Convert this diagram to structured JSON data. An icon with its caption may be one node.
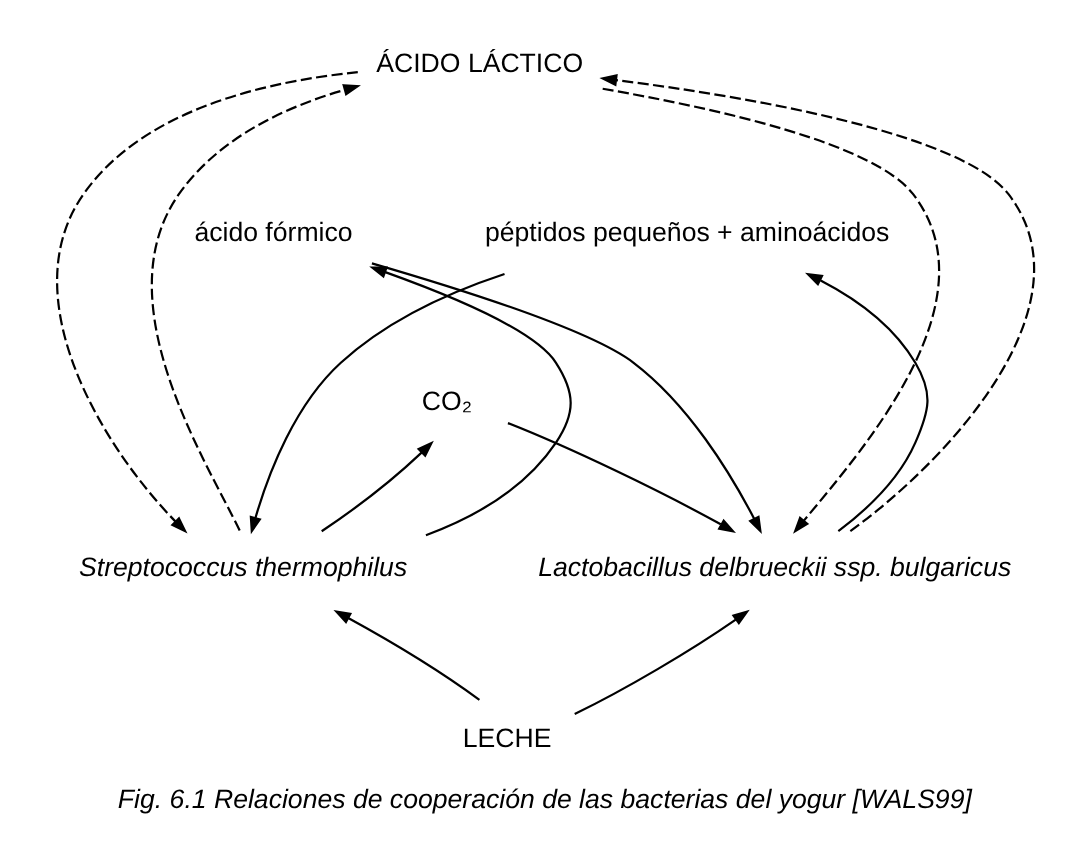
{
  "diagram": {
    "caption": "Fig. 6.1 Relaciones de cooperación de las bacterias del yogur [WALS99]",
    "nodes": [
      {
        "text": [
          "ÁCIDO LÁCTICO"
        ]
      },
      {
        "text": [
          "ácido fórmico"
        ]
      },
      {
        "text": [
          "péptidos pequeños + aminoácidos"
        ]
      },
      {
        "text": [
          "CO₂"
        ]
      },
      {
        "text": [
          "Streptococcus thermophilus"
        ]
      },
      {
        "text": [
          "Lactobacillus delbrueckii ssp. bulgaricus"
        ]
      },
      {
        "text": [
          "LECHE"
        ]
      }
    ],
    "edges": [
      {
        "from": 4,
        "to": 0,
        "arrow": "to",
        "style": "dashed"
      },
      {
        "from": 5,
        "to": 0,
        "arrow": "to",
        "style": "dashed"
      },
      {
        "from": 0,
        "to": 4,
        "arrow": "to",
        "style": "dashed"
      },
      {
        "from": 0,
        "to": 5,
        "arrow": "to",
        "style": "dashed"
      },
      {
        "from": 4,
        "to": 1,
        "arrow": "to"
      },
      {
        "from": 1,
        "to": 5,
        "arrow": "to"
      },
      {
        "from": 5,
        "to": 2,
        "arrow": "to"
      },
      {
        "from": 2,
        "to": 4,
        "arrow": "to"
      },
      {
        "from": 4,
        "to": 3,
        "arrow": "to"
      },
      {
        "from": 3,
        "to": 5,
        "arrow": "to"
      },
      {
        "from": 6,
        "to": 4,
        "arrow": "to"
      },
      {
        "from": 6,
        "to": 5,
        "arrow": "to"
      }
    ]
  }
}
